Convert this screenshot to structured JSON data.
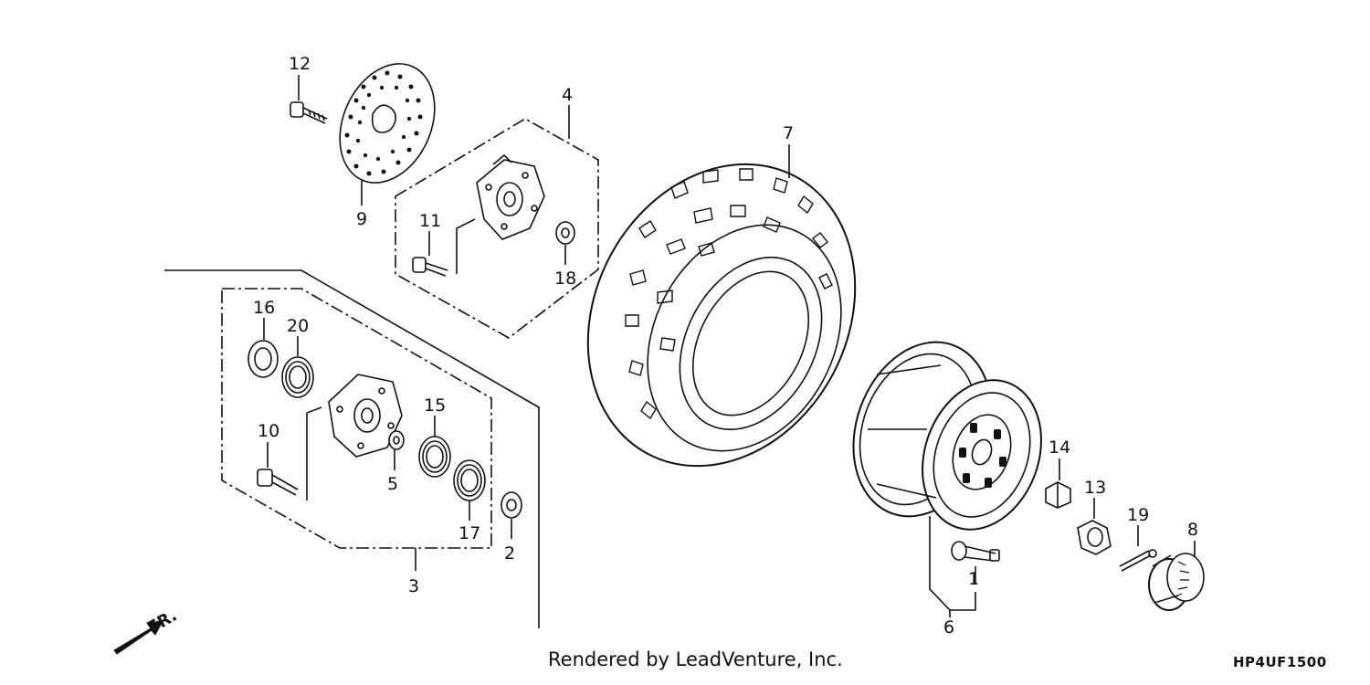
{
  "diagram": {
    "callouts": [
      "1",
      "2",
      "3",
      "4",
      "5",
      "6",
      "7",
      "8",
      "9",
      "10",
      "11",
      "12",
      "13",
      "14",
      "15",
      "16",
      "17",
      "18",
      "19",
      "20"
    ],
    "direction_label": "FR."
  },
  "footer": {
    "credit": "Rendered by LeadVenture, Inc.",
    "code": "HP4UF1500"
  }
}
